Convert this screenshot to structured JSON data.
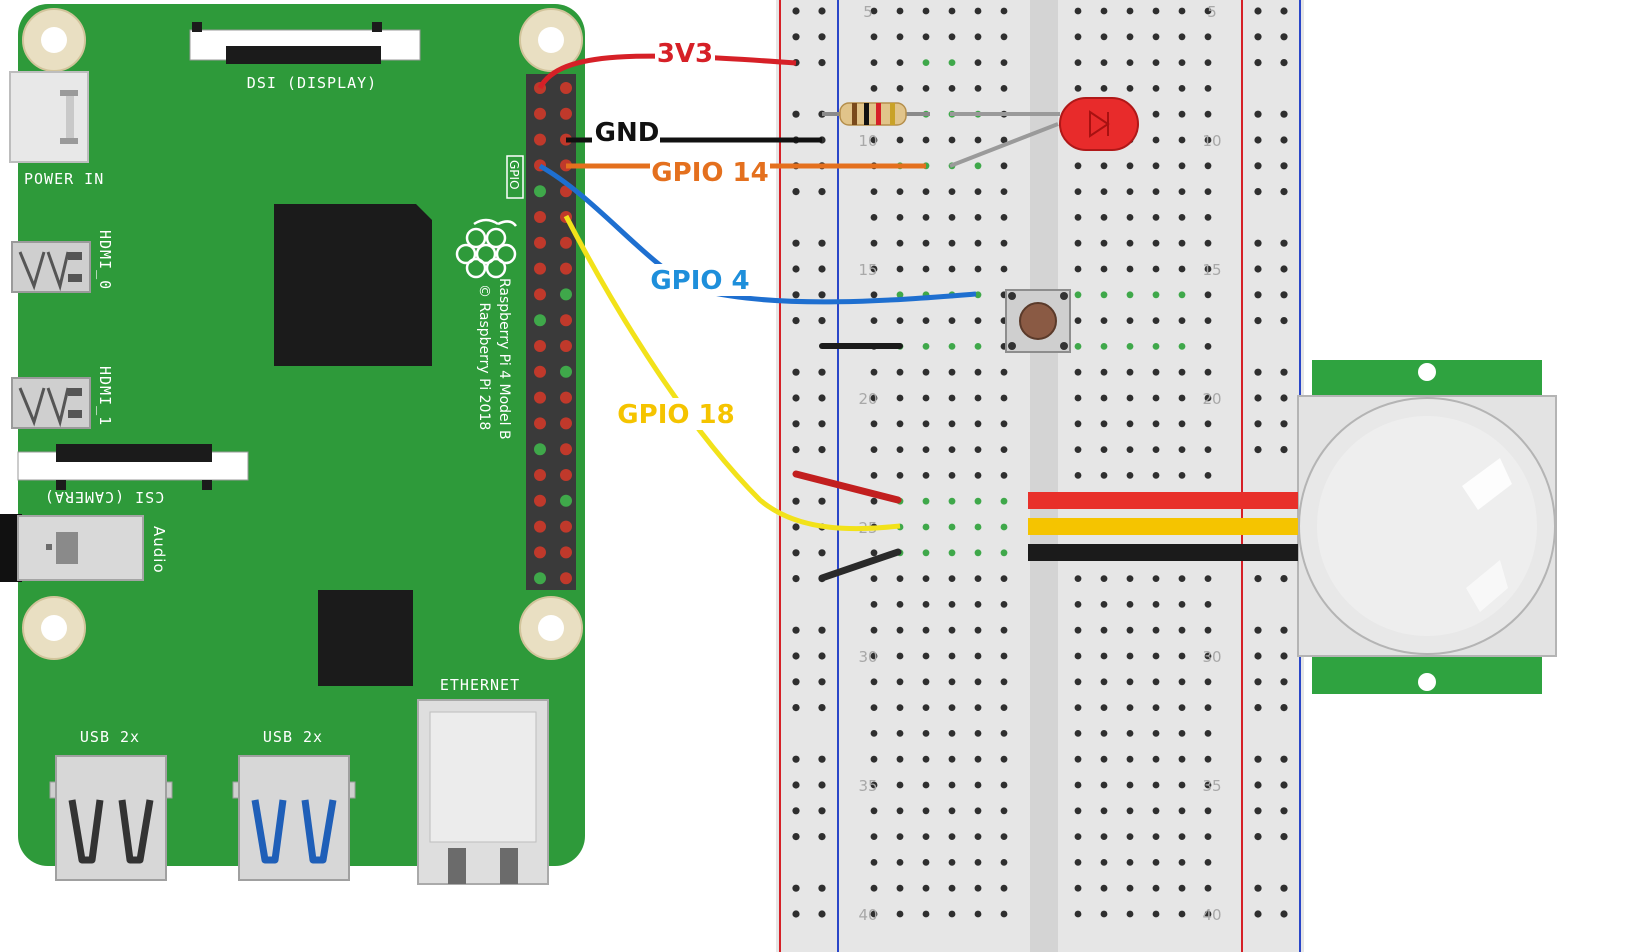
{
  "board": {
    "dsi_label": "DSI (DISPLAY)",
    "power_label": "POWER IN",
    "hdmi0_label": "HDMI_0",
    "hdmi1_label": "HDMI_1",
    "csi_label": "CSI (CAMERA)",
    "audio_label": "Audio",
    "gpio_label": "GPIO",
    "model_label": "Raspberry Pi 4 Model B",
    "copyright_label": "© Raspberry Pi 2018",
    "ethernet_label": "ETHERNET",
    "usb_label_1": "USB 2x",
    "usb_label_2": "USB 2x",
    "colors": {
      "pcb": "#2e9a3a",
      "pin_red": "#c0392b",
      "pin_green": "#3fa84a"
    }
  },
  "wires": {
    "w3v3": {
      "label": "3V3",
      "color": "#d62027"
    },
    "gnd": {
      "label": "GND",
      "color": "#111111"
    },
    "gpio14": {
      "label": "GPIO 14",
      "color": "#e4701e"
    },
    "gpio4": {
      "label": "GPIO 4",
      "color": "#1e8fdb"
    },
    "gpio18": {
      "label": "GPIO 18",
      "color": "#f5c400"
    }
  },
  "breadboard": {
    "row_numbers": [
      "5",
      "10",
      "15",
      "20",
      "25",
      "30",
      "35",
      "40"
    ],
    "colors": {
      "body": "#e6e6e6",
      "rail_red": "#d62027",
      "rail_blue": "#2a46c8",
      "hole_active": "#3fa84a"
    }
  },
  "components": {
    "resistor_icon": "resistor-icon",
    "led_icon": "led-icon",
    "button_icon": "push-button-icon",
    "pir_icon": "pir-sensor-icon"
  }
}
